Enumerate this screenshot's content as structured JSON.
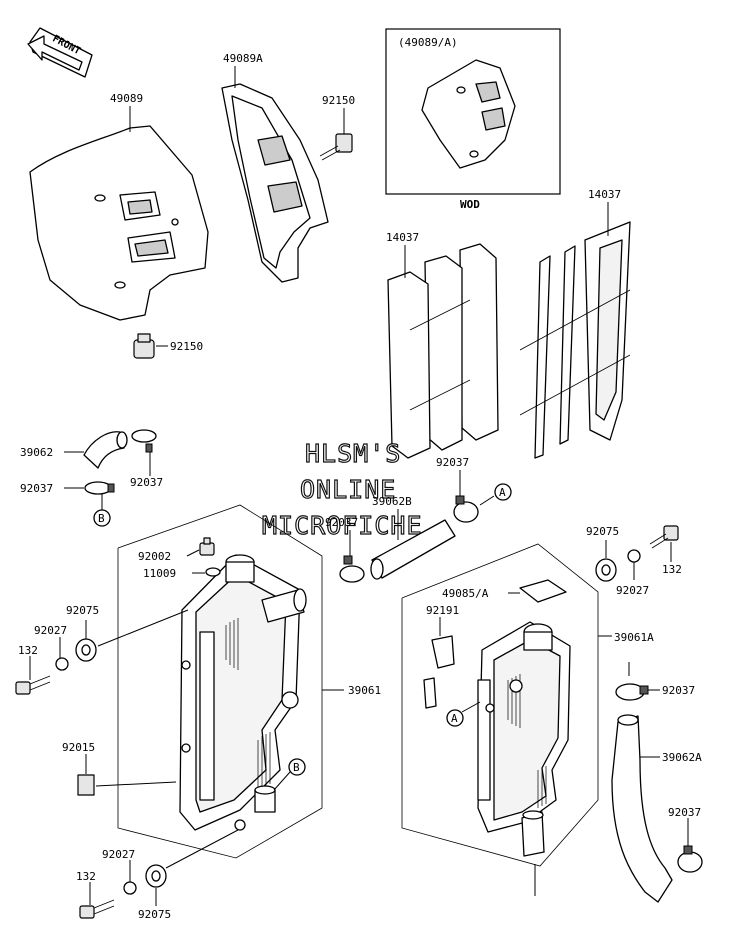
{
  "front_label": "FRONT",
  "inset": {
    "title": "(49089/A)",
    "caption": "WOD"
  },
  "watermark": [
    "HLSM'S",
    "ONLINE",
    "MICROFICHE"
  ],
  "callouts": {
    "a": "A",
    "b": "B"
  },
  "parts": {
    "p49089": "49089",
    "p49089a": "49089A",
    "p92150_top": "92150",
    "p92150_bot": "92150",
    "p14037_mid": "14037",
    "p14037_right": "14037",
    "p39062": "39062",
    "p92037_hose_right": "92037",
    "p92037_hose_left": "92037",
    "p92037_mid_right": "92037",
    "p92037_mid_left": "92037",
    "p39062b": "39062B",
    "p92002": "92002",
    "p11009": "11009",
    "p92075_left": "92075",
    "p92027_left": "92027",
    "p132_left": "132",
    "p39061": "39061",
    "p92015": "92015",
    "p92027_bot": "92027",
    "p132_bot": "132",
    "p92075_bot": "92075",
    "p92075_right": "92075",
    "p92027_right": "92027",
    "p132_right": "132",
    "p49085a": "49085/A",
    "p92191": "92191",
    "p39061a": "39061A",
    "p92037_right": "92037",
    "p39062a": "39062A",
    "p92037_right_bot": "92037"
  }
}
